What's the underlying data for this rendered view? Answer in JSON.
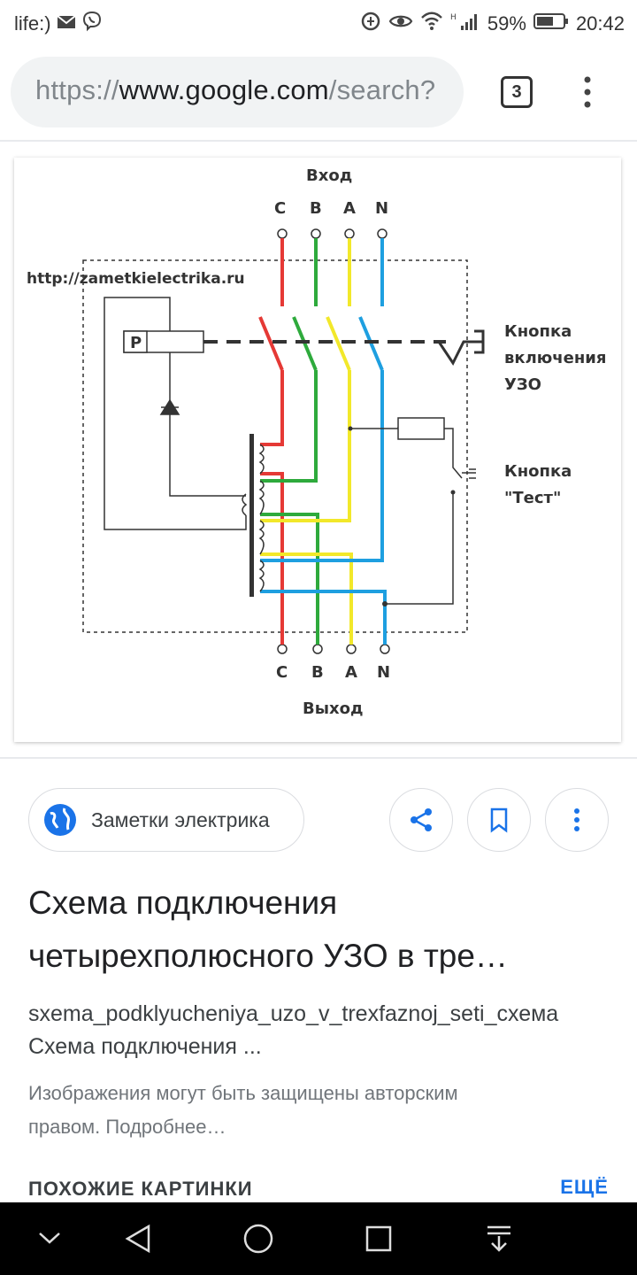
{
  "status_bar": {
    "carrier": "life:)",
    "battery": "59%",
    "time": "20:42",
    "icons": [
      "mail-icon",
      "viber-icon",
      "data-saver-icon",
      "eye-icon",
      "wifi-icon",
      "signal-icon",
      "battery-icon"
    ]
  },
  "browser": {
    "url_scheme": "https://",
    "url_domain": "www.google.com",
    "url_path": "/search?",
    "tab_count": "3",
    "menu_icon": "more-vert-icon"
  },
  "diagram": {
    "input_label": "Вход",
    "output_label": "Выход",
    "top_terminals": [
      "C",
      "B",
      "A",
      "N"
    ],
    "bottom_terminals": [
      "C",
      "B",
      "A",
      "N"
    ],
    "watermark": "http://zametkielectrika.ru",
    "relay_label": "P",
    "button_on_label": [
      "Кнопка",
      "включения",
      "УЗО"
    ],
    "button_test_label": [
      "Кнопка",
      "\"Тест\""
    ],
    "colors": {
      "C": "#e53935",
      "B": "#2eaa3c",
      "A": "#f2e82a",
      "N": "#1e9fe0",
      "frame": "#333333"
    }
  },
  "result": {
    "source_name": "Заметки электрика",
    "source_icon": "globe-icon",
    "title_line1": "Схема подключения",
    "title_line2": "четырехполюсного УЗО в тре…",
    "filename": "sxema_podklyucheniya_uzo_v_trexfaznoj_seti_схема",
    "description": "Схема подключения ...",
    "copyright_line1": "Изображения могут быть защищены авторским",
    "copyright_line2": "правом. Подробнее…",
    "similar_header": "ПОХОЖИЕ КАРТИНКИ",
    "more_link": "ЕЩЁ",
    "accent_color": "#1a73e8"
  },
  "navigation": {
    "buttons": [
      "collapse-icon",
      "back-icon",
      "home-icon",
      "recents-icon",
      "notification-pull-icon"
    ]
  }
}
